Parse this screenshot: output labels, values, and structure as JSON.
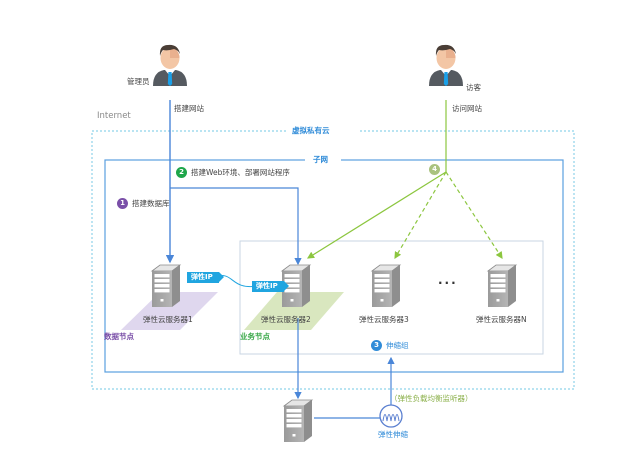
{
  "regions": {
    "internet": "Internet",
    "vpc": "虚拟私有云",
    "subnet": "子网"
  },
  "actors": {
    "admin": {
      "label": "管理员",
      "action": "搭建网站"
    },
    "visitor": {
      "label": "访客",
      "action": "访问网站"
    }
  },
  "steps": [
    {
      "number": "1",
      "label": "搭建数据库",
      "color": "#7a4fa8"
    },
    {
      "number": "2",
      "label": "搭建Web环境、部署网站程序",
      "color": "#1ea64a"
    },
    {
      "number": "3",
      "label": "伸缩组",
      "color": "#2f8bd8"
    },
    {
      "number": "4",
      "label": "",
      "color": "#a9c27e"
    }
  ],
  "servers": [
    {
      "label": "弹性云服务器1"
    },
    {
      "label": "弹性云服务器2"
    },
    {
      "label": "弹性云服务器3"
    },
    {
      "label": "弹性云服务器N"
    }
  ],
  "ellipsis": "···",
  "eip_label": "弹性IP",
  "nodes": {
    "data": "数据节点",
    "business": "业务节点"
  },
  "elb_listener": "（弹性负载均衡监听器）",
  "auto_scaling": "弹性伸缩",
  "colors": {
    "vpc_border": "#8fd3ea",
    "subnet_border": "#5a9fe0",
    "group_border": "#c9d6e3",
    "admin_line": "#4a86d8",
    "visitor_line": "#8cc63f",
    "data_pad": "#dcd3ec",
    "business_pad": "#d5e4b8",
    "eip": "#20a5e0"
  }
}
